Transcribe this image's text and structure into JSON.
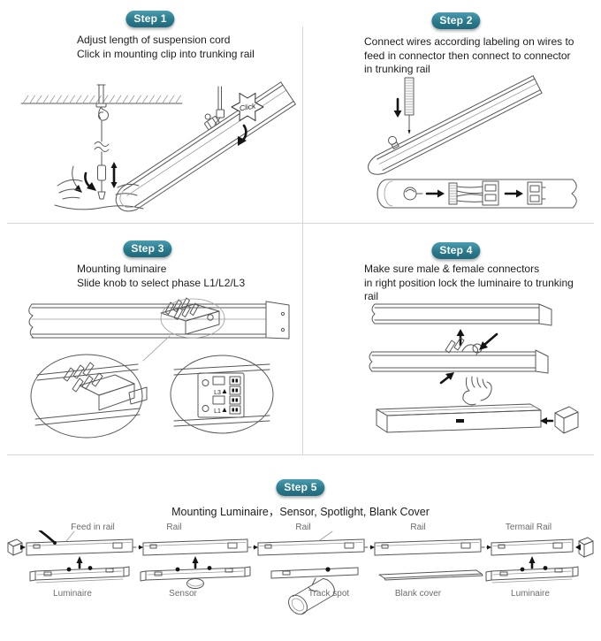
{
  "colors": {
    "badge_teal": "#2a7a8c",
    "divider": "#d6d6d6",
    "text": "#1d1d1d",
    "label_gray": "#6b6b6b"
  },
  "steps": [
    {
      "badge": "Step 1",
      "lines": [
        "Adjust length of suspension cord",
        "Click in mounting clip into trunking rail"
      ]
    },
    {
      "badge": "Step 2",
      "lines": [
        "Connect wires according labeling on wires to",
        "feed in connector then connect to connector",
        "in trunking rail"
      ]
    },
    {
      "badge": "Step 3",
      "lines": [
        "Mounting luminaire",
        "Slide knob to select phase L1/L2/L3"
      ]
    },
    {
      "badge": "Step 4",
      "lines": [
        "Make sure male & female connectors",
        "in right position lock the luminaire to trunking",
        "rail"
      ]
    },
    {
      "badge": "Step 5",
      "title": "Mounting Luminaire，Sensor, Spotlight, Blank Cover"
    }
  ],
  "illustrations": {
    "click_label": "Click",
    "phase_top": "L3",
    "phase_bottom": "L1"
  },
  "step5": {
    "rail_labels": [
      "Feed in rail",
      "Rail",
      "Rail",
      "Rail",
      "Termail Rail"
    ],
    "part_labels": [
      "Luminaire",
      "Sensor",
      "Track spot",
      "Blank cover",
      "Luminaire"
    ]
  }
}
